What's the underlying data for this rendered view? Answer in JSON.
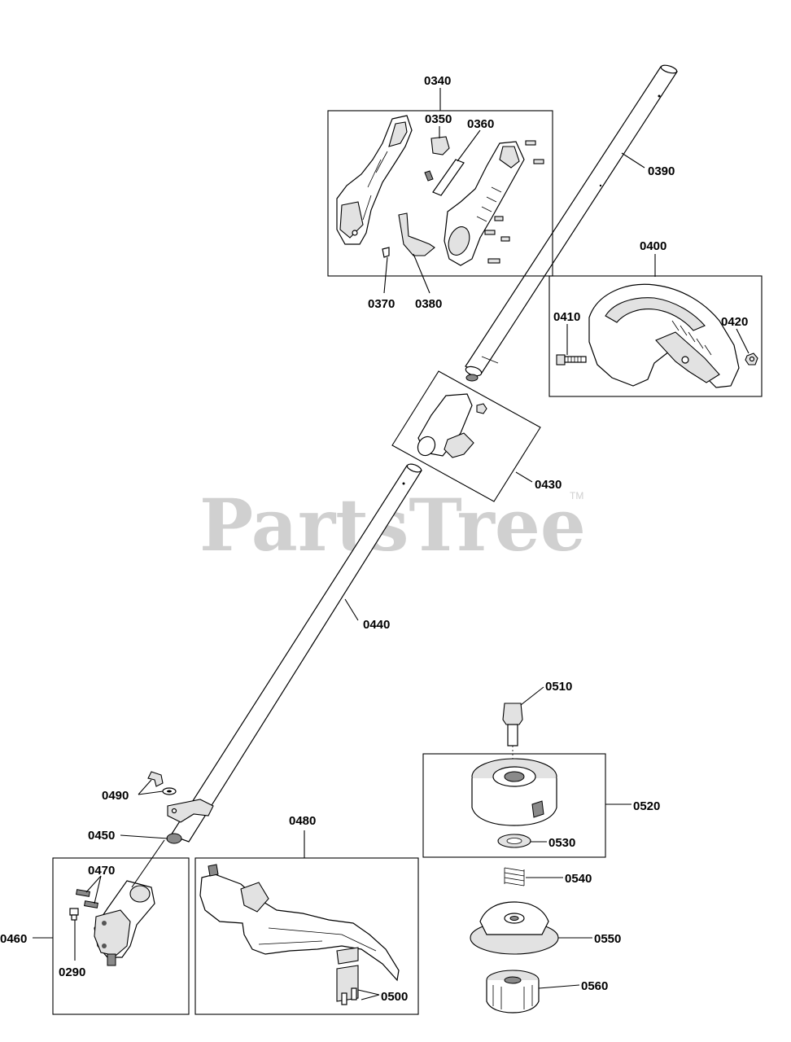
{
  "watermark": {
    "brand": "PartsTree",
    "tm": "TM"
  },
  "parts": {
    "p0290": "0290",
    "p0340": "0340",
    "p0350": "0350",
    "p0360": "0360",
    "p0370": "0370",
    "p0380": "0380",
    "p0390": "0390",
    "p0400": "0400",
    "p0410": "0410",
    "p0420": "0420",
    "p0430": "0430",
    "p0440": "0440",
    "p0450": "0450",
    "p0460": "0460",
    "p0470": "0470",
    "p0480": "0480",
    "p0490": "0490",
    "p0500": "0500",
    "p0510": "0510",
    "p0520": "0520",
    "p0530": "0530",
    "p0540": "0540",
    "p0550": "0550",
    "p0560": "0560"
  }
}
